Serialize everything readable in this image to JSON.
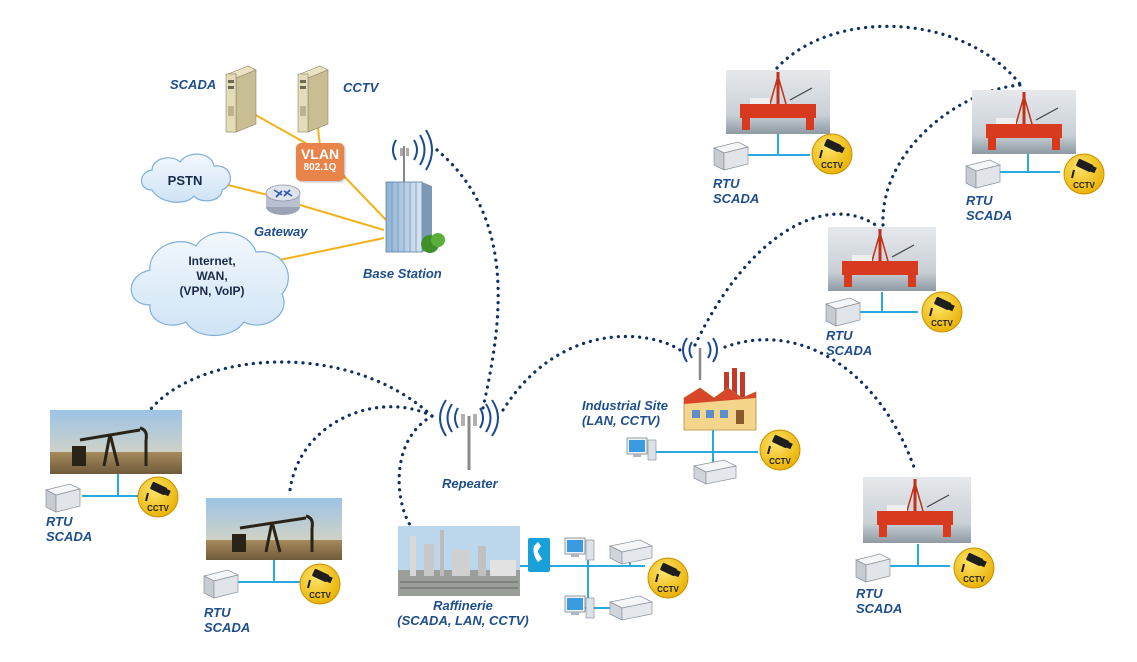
{
  "core": {
    "scada_label": "SCADA",
    "cctv_label": "CCTV",
    "pstn_label": "PSTN",
    "gateway_label": "Gateway",
    "internet_line1": "Internet,",
    "internet_line2": "WAN,",
    "internet_line3": "(VPN, VoIP)",
    "vlan_line1": "VLAN",
    "vlan_line2": "802.1Q",
    "base_station_label": "Base Station"
  },
  "repeater": {
    "label": "Repeater"
  },
  "industrial_site": {
    "line1": "Industrial Site",
    "line2": "(LAN, CCTV)"
  },
  "raffinerie": {
    "line1": "Raffinerie",
    "line2": "(SCADA, LAN, CCTV)"
  },
  "sites": [
    {
      "kind": "oil-pump",
      "rtu": "RTU",
      "scada": "SCADA"
    },
    {
      "kind": "oil-pump",
      "rtu": "RTU",
      "scada": "SCADA"
    },
    {
      "kind": "offshore-platform",
      "rtu": "RTU",
      "scada": "SCADA"
    },
    {
      "kind": "offshore-platform",
      "rtu": "RTU",
      "scada": "SCADA"
    },
    {
      "kind": "offshore-platform",
      "rtu": "RTU",
      "scada": "SCADA"
    },
    {
      "kind": "offshore-platform",
      "rtu": "RTU",
      "scada": "SCADA"
    }
  ],
  "cctv_badge_text": "CCTV",
  "colors": {
    "wireless_link": "#0f2f63",
    "lan_line": "#2aa8e0",
    "core_line": "#f2b21b",
    "label_text": "#1f4e8c",
    "vlan_box": "#e8834a",
    "cctv_badge": "#f6c80f"
  }
}
